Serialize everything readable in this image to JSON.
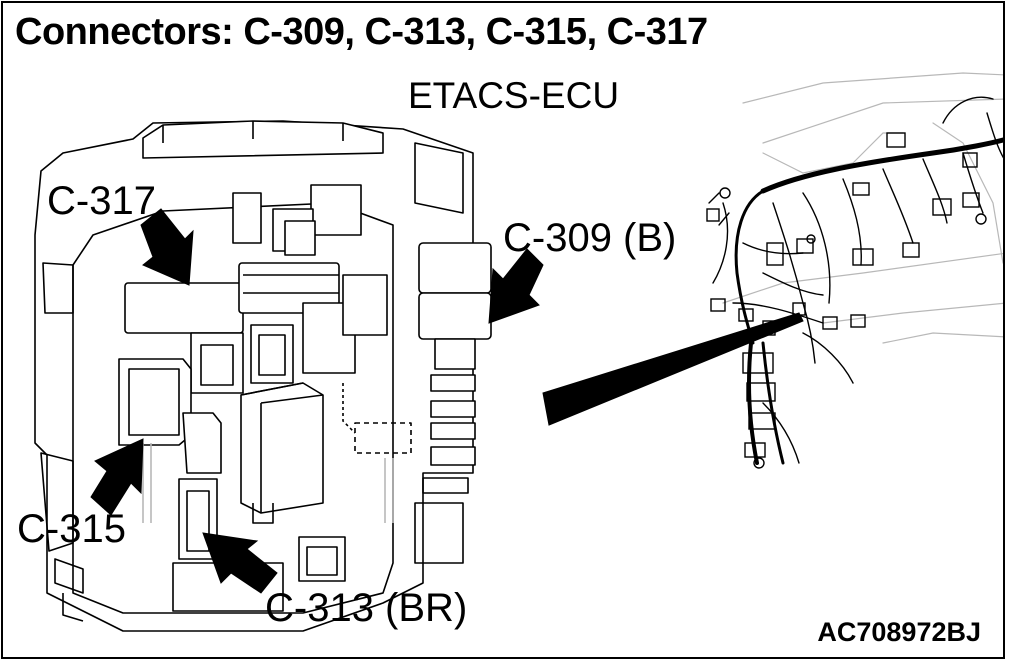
{
  "header": {
    "title": "Connectors: C-309, C-313, C-315, C-317",
    "ecu_label": "ETACS-ECU"
  },
  "callouts": {
    "c317": "C-317",
    "c309": "C-309 (B)",
    "c315": "C-315",
    "c313": "C-313 (BR)"
  },
  "footer": {
    "reference_code": "AC708972BJ"
  },
  "colors": {
    "line": "#000000",
    "faint_line": "#b8b8b8",
    "background": "#ffffff"
  }
}
